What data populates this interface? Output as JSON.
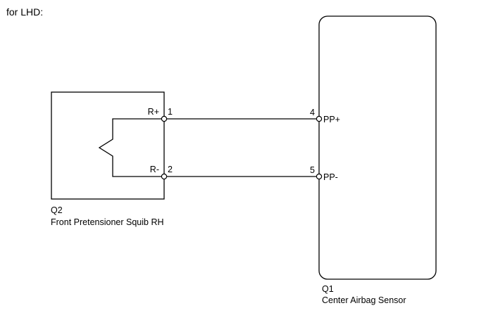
{
  "header": {
    "title": "for LHD:"
  },
  "components": {
    "squib": {
      "code": "Q2",
      "name": "Front Pretensioner Squib RH",
      "terminals": [
        {
          "label": "R+",
          "pin": "1"
        },
        {
          "label": "R-",
          "pin": "2"
        }
      ]
    },
    "sensor": {
      "code": "Q1",
      "name": "Center Airbag Sensor",
      "terminals": [
        {
          "label": "PP+",
          "pin": "4"
        },
        {
          "label": "PP-",
          "pin": "5"
        }
      ]
    }
  },
  "connections": [
    {
      "from_pin": "1",
      "to_pin": "4"
    },
    {
      "from_pin": "2",
      "to_pin": "5"
    }
  ]
}
